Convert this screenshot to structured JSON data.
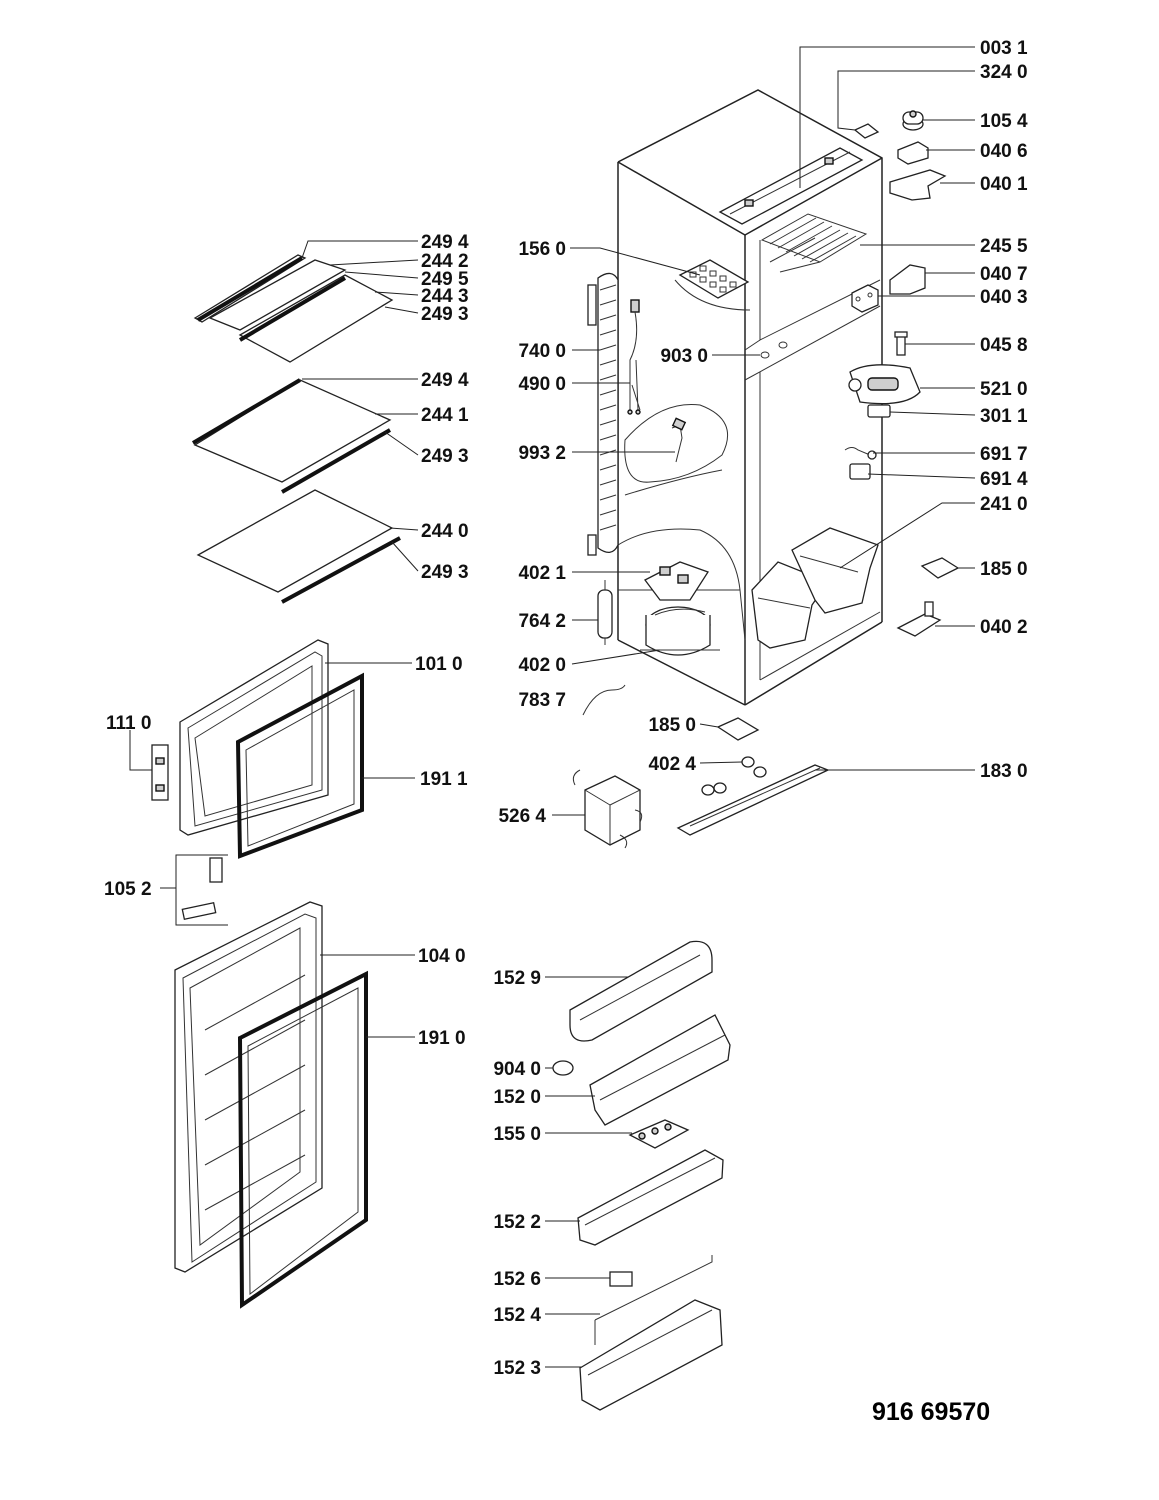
{
  "diagram_code": "916 69570",
  "labels": {
    "p0031": "003 1",
    "p3240": "324 0",
    "p1054": "105 4",
    "p0406": "040 6",
    "p0401": "040 1",
    "p2455": "245 5",
    "p0407": "040 7",
    "p0403": "040 3",
    "p0458": "045 8",
    "p5210": "521 0",
    "p3011": "301 1",
    "p6917": "691 7",
    "p6914": "691 4",
    "p2410": "241 0",
    "p1850r": "185 0",
    "p0402": "040 2",
    "p1830": "183 0",
    "p2494a": "249 4",
    "p2442": "244 2",
    "p2495": "249 5",
    "p2443": "244 3",
    "p2493a": "249 3",
    "p2494b": "249 4",
    "p2441": "244 1",
    "p2493b": "249 3",
    "p2440": "244 0",
    "p2493c": "249 3",
    "p1560": "156 0",
    "p7400": "740 0",
    "p4900": "490 0",
    "p9030": "903 0",
    "p9932": "993 2",
    "p4021": "402 1",
    "p7642": "764 2",
    "p4020": "402 0",
    "p7837": "783 7",
    "p1850c": "185 0",
    "p4024": "402 4",
    "p5264": "526 4",
    "p1010": "101 0",
    "p1110": "111 0",
    "p1911": "191 1",
    "p1052": "105 2",
    "p1040": "104 0",
    "p1910": "191 0",
    "p1529": "152 9",
    "p9040": "904 0",
    "p1520": "152 0",
    "p1550": "155 0",
    "p1522": "152 2",
    "p1526": "152 6",
    "p1524": "152 4",
    "p1523": "152 3"
  }
}
